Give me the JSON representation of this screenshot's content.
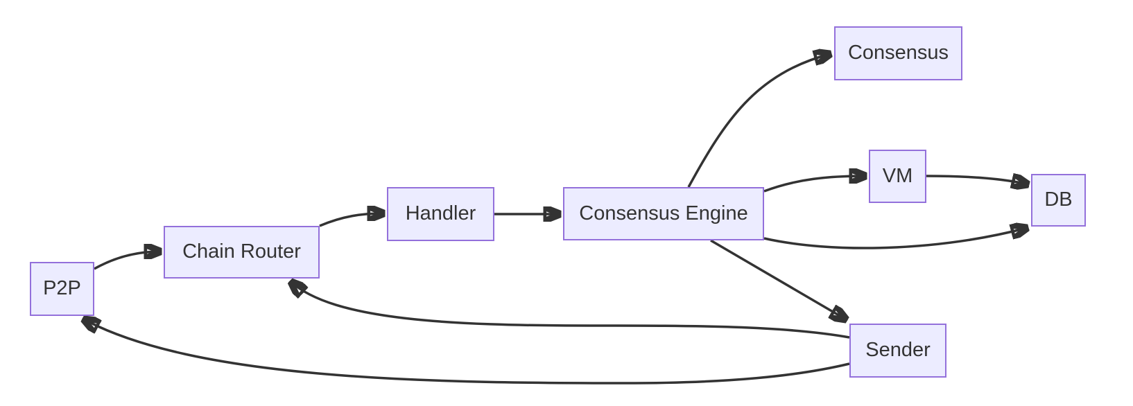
{
  "diagram": {
    "type": "flowchart",
    "direction": "left-to-right",
    "colors": {
      "node_fill": "#ECECFF",
      "node_border": "#9370DB",
      "edge_color": "#333333",
      "text_color": "#333333",
      "bg_color": "#FFFFFF"
    },
    "nodes": [
      {
        "id": "p2p",
        "label": "P2P"
      },
      {
        "id": "chain-router",
        "label": "Chain Router"
      },
      {
        "id": "handler",
        "label": "Handler"
      },
      {
        "id": "consensus-engine",
        "label": "Consensus Engine"
      },
      {
        "id": "consensus",
        "label": "Consensus"
      },
      {
        "id": "vm",
        "label": "VM"
      },
      {
        "id": "db",
        "label": "DB"
      },
      {
        "id": "sender",
        "label": "Sender"
      }
    ],
    "edges": [
      {
        "from": "P2P",
        "to": "Chain Router"
      },
      {
        "from": "Chain Router",
        "to": "Handler"
      },
      {
        "from": "Handler",
        "to": "Consensus Engine"
      },
      {
        "from": "Consensus Engine",
        "to": "Consensus"
      },
      {
        "from": "Consensus Engine",
        "to": "VM"
      },
      {
        "from": "VM",
        "to": "DB"
      },
      {
        "from": "Consensus Engine",
        "to": "DB"
      },
      {
        "from": "Consensus Engine",
        "to": "Sender"
      },
      {
        "from": "Sender",
        "to": "Chain Router"
      },
      {
        "from": "Sender",
        "to": "P2P"
      }
    ]
  }
}
